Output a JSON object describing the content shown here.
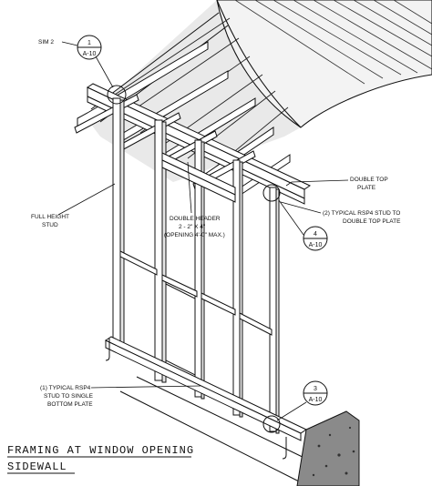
{
  "title": {
    "line1": "FRAMING AT WINDOW OPENING",
    "line2": "SIDEWALL"
  },
  "callouts": {
    "sim2": "SIM 2",
    "full_height_stud": [
      "FULL HEIGHT",
      "STUD"
    ],
    "double_header": [
      "DOUBLE HEADER",
      "2 - 2\" X 4\"",
      "(OPENING 4'-0\" MAX.)"
    ],
    "double_top_plate": [
      "DOUBLE TOP",
      "PLATE"
    ],
    "rsp4_top": [
      "(2) TYPICAL RSP4 STUD TO",
      "DOUBLE TOP PLATE"
    ],
    "rsp4_bottom": [
      "(1) TYPICAL RSP4",
      "STUD TO SINGLE",
      "BOTTOM PLATE"
    ]
  },
  "detail_bubbles": [
    {
      "number": "1",
      "sheet": "A-10"
    },
    {
      "number": "4",
      "sheet": "A-10"
    },
    {
      "number": "3",
      "sheet": "A-10"
    }
  ],
  "colors": {
    "ink": "#111111",
    "paper": "#ffffff",
    "roof_shade": "#555555"
  }
}
